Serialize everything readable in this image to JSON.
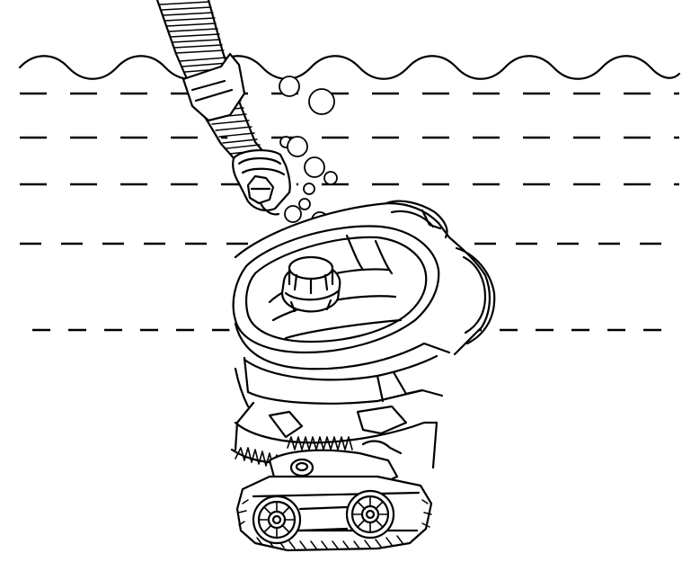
{
  "illustration": {
    "subject": "pool-cleaner-submerged",
    "colors": {
      "line": "#000000",
      "background": "#ffffff"
    },
    "water_dash_rows": 5,
    "bubble_count": 12
  }
}
